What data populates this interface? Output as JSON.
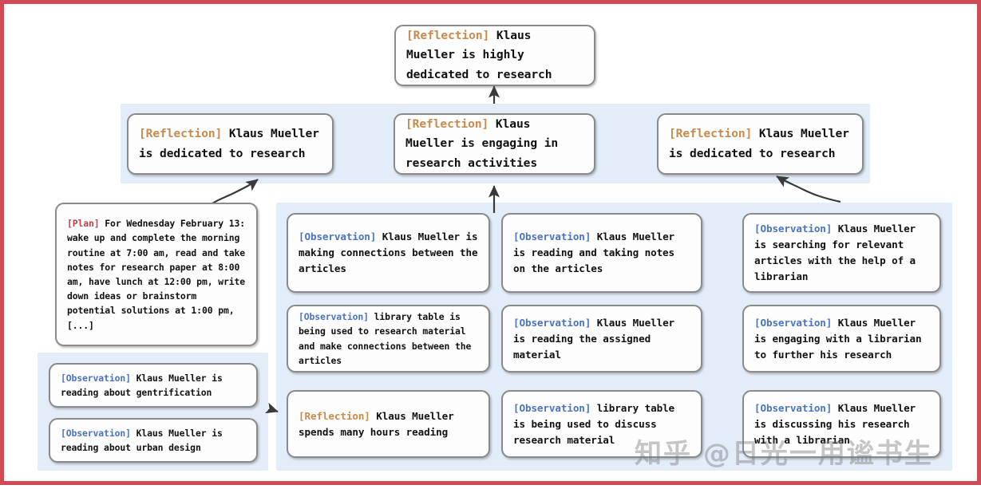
{
  "theme": {
    "frame_border_color": "#cf4a55",
    "panel_background": "#e3edfa",
    "node_background": "#fdfdfd",
    "node_border": "#8a8a8a",
    "tag_reflection_color": "#c98a4b",
    "tag_observation_color": "#4a73c4",
    "tag_plan_color": "#b6434f",
    "arrow_color": "#3a3a3a"
  },
  "watermark": {
    "text": "知乎 @日光一用谧书生"
  },
  "tags": {
    "reflection": "[Reflection]",
    "observation": "[Observation]",
    "plan": "[Plan]"
  },
  "nodes": {
    "top_reflection": {
      "tag": "[Reflection]",
      "tag_type": "reflection",
      "text": " Klaus Mueller is highly dedicated to research"
    },
    "row2_left": {
      "tag": "[Reflection]",
      "tag_type": "reflection",
      "text": " Klaus Mueller is dedicated to research"
    },
    "row2_center": {
      "tag": "[Reflection]",
      "tag_type": "reflection",
      "text": " Klaus Mueller is engaging in research activities"
    },
    "row2_right": {
      "tag": "[Reflection]",
      "tag_type": "reflection",
      "text": " Klaus Mueller is dedicated to research"
    },
    "plan": {
      "tag": "[Plan]",
      "tag_type": "plan",
      "text": " For Wednesday February 13: wake up and complete the morning routine at 7:00 am, read and take notes for research paper at 8:00 am, have lunch at 12:00 pm, write down ideas or brainstorm potential solutions at 1:00 pm, [...]"
    },
    "left_obs_1": {
      "tag": "[Observation]",
      "tag_type": "observation",
      "text": " Klaus Mueller is reading about gentrification"
    },
    "left_obs_2": {
      "tag": "[Observation]",
      "tag_type": "observation",
      "text": " Klaus Mueller is reading about urban design"
    },
    "col2_1": {
      "tag": "[Observation]",
      "tag_type": "observation",
      "text": " Klaus Mueller is making connections between the articles"
    },
    "col2_2": {
      "tag": "[Observation]",
      "tag_type": "observation",
      "text": " library table is being used to research material and make connections between the articles"
    },
    "col2_3": {
      "tag": "[Reflection]",
      "tag_type": "reflection",
      "text": " Klaus Mueller spends many hours reading"
    },
    "col3_1": {
      "tag": "[Observation]",
      "tag_type": "observation",
      "text": " Klaus Mueller is reading and taking notes on the articles"
    },
    "col3_2": {
      "tag": "[Observation]",
      "tag_type": "observation",
      "text": " Klaus Mueller is reading the assigned material"
    },
    "col3_3": {
      "tag": "[Observation]",
      "tag_type": "observation",
      "text": " library table is being used to discuss research material"
    },
    "col4_1": {
      "tag": "[Observation]",
      "tag_type": "observation",
      "text": " Klaus Mueller is searching for relevant articles with the help of a librarian"
    },
    "col4_2": {
      "tag": "[Observation]",
      "tag_type": "observation",
      "text": " Klaus Mueller is engaging with a librarian to further his research"
    },
    "col4_3": {
      "tag": "[Observation]",
      "tag_type": "observation",
      "text": " Klaus Mueller is discussing his research with a librarian"
    }
  }
}
